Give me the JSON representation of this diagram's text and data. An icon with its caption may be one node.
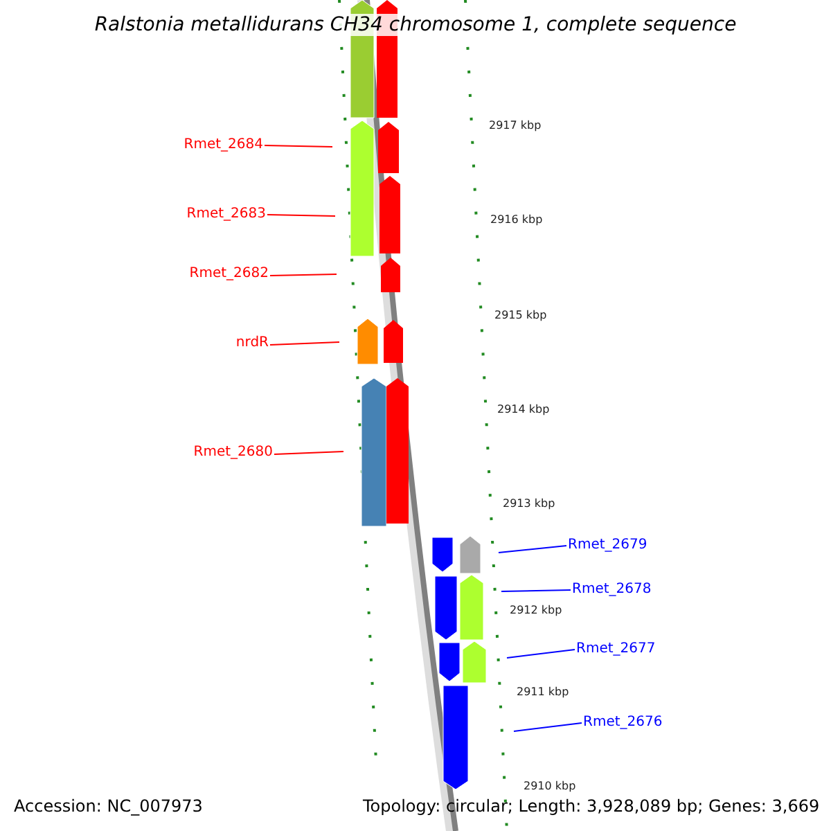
{
  "diagram": {
    "title": "Ralstonia metallidurans CH34 chromosome 1, complete sequence",
    "nodes": [
      {
        "text": [
          "Rmet_2684"
        ]
      },
      {
        "text": [
          "Rmet_2683"
        ]
      },
      {
        "text": [
          "Rmet_2682"
        ]
      },
      {
        "text": [
          "nrdR"
        ]
      },
      {
        "text": [
          "Rmet_2680"
        ]
      },
      {
        "text": [
          "Rmet_2679"
        ]
      },
      {
        "text": [
          "Rmet_2678"
        ]
      },
      {
        "text": [
          "Rmet_2677"
        ]
      },
      {
        "text": [
          "Rmet_2676"
        ]
      }
    ],
    "edges": [
      {
        "from": 0,
        "to": null,
        "arrow": "none"
      },
      {
        "from": 1,
        "to": null,
        "arrow": "none"
      },
      {
        "from": 2,
        "to": null,
        "arrow": "none"
      },
      {
        "from": 3,
        "to": null,
        "arrow": "none"
      },
      {
        "from": 4,
        "to": null,
        "arrow": "none"
      },
      {
        "from": 5,
        "to": null,
        "arrow": "none",
        "color": "#0000ff"
      },
      {
        "from": 6,
        "to": null,
        "arrow": "none",
        "color": "#0000ff"
      },
      {
        "from": 7,
        "to": null,
        "arrow": "none",
        "color": "#0000ff"
      },
      {
        "from": 8,
        "to": null,
        "arrow": "none",
        "color": "#0000ff"
      }
    ],
    "labels": [
      "2917 kbp",
      "2916 kbp",
      "2915 kbp",
      "2914 kbp",
      "2913 kbp",
      "2912 kbp",
      "2911 kbp",
      "2910 kbp",
      "Accession: NC_007973",
      "Topology: circular; Length: 3,928,089 bp; Genes: 3,669"
    ]
  }
}
